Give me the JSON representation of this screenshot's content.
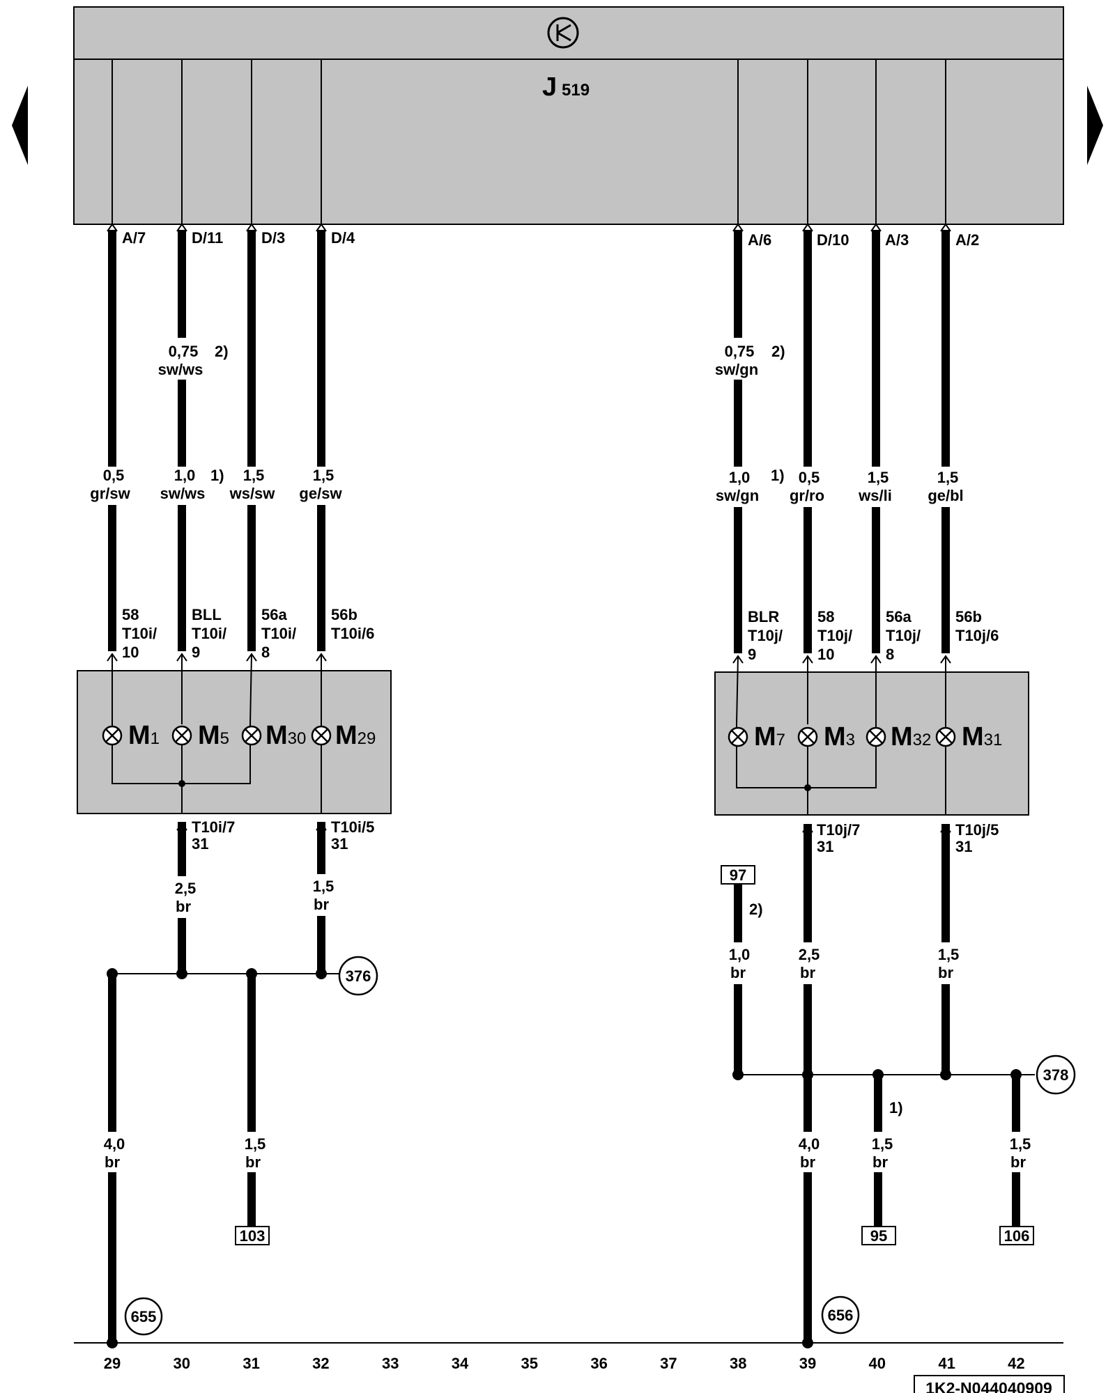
{
  "control_unit": {
    "name": "J",
    "number": "519"
  },
  "nav": {
    "prev_icon": "triangle-left-icon",
    "next_icon": "triangle-right-icon",
    "header_icon": "ground-symbol-icon"
  },
  "doc_id": "1K2-N044040909",
  "pins_top": {
    "w1": "A/7",
    "w2": "D/11",
    "w3": "D/3",
    "w4": "D/4",
    "w5": "A/6",
    "w6": "D/10",
    "w7": "A/3",
    "w8": "A/2"
  },
  "wire_top": {
    "w2": {
      "size": "0,75",
      "color": "sw/ws",
      "note": "2)"
    },
    "w5": {
      "size": "0,75",
      "color": "sw/gn",
      "note": "2)"
    }
  },
  "wire_mid": {
    "w1": {
      "size": "0,5",
      "color": "gr/sw",
      "note": ""
    },
    "w2": {
      "size": "1,0",
      "color": "sw/ws",
      "note": "1)"
    },
    "w3": {
      "size": "1,5",
      "color": "ws/sw",
      "note": ""
    },
    "w4": {
      "size": "1,5",
      "color": "ge/sw",
      "note": ""
    },
    "w5": {
      "size": "1,0",
      "color": "sw/gn",
      "note": "1)"
    },
    "w6": {
      "size": "0,5",
      "color": "gr/ro",
      "note": ""
    },
    "w7": {
      "size": "1,5",
      "color": "ws/li",
      "note": ""
    },
    "w8": {
      "size": "1,5",
      "color": "ge/bl",
      "note": ""
    }
  },
  "conn_labels": {
    "w1": [
      "58",
      "T10i/",
      "10"
    ],
    "w2": [
      "BLL",
      "T10i/",
      "9"
    ],
    "w3": [
      "56a",
      "T10i/",
      "8"
    ],
    "w4": [
      "56b",
      "T10i/6"
    ],
    "w5": [
      "BLR",
      "T10j/",
      "9"
    ],
    "w6": [
      "58",
      "T10j/",
      "10"
    ],
    "w7": [
      "56a",
      "T10j/",
      "8"
    ],
    "w8": [
      "56b",
      "T10j/6"
    ]
  },
  "lamps": {
    "left": [
      {
        "letter": "M",
        "number": "1"
      },
      {
        "letter": "M",
        "number": "5"
      },
      {
        "letter": "M",
        "number": "30"
      },
      {
        "letter": "M",
        "number": "29"
      }
    ],
    "right": [
      {
        "letter": "M",
        "number": "7"
      },
      {
        "letter": "M",
        "number": "3"
      },
      {
        "letter": "M",
        "number": "32"
      },
      {
        "letter": "M",
        "number": "31"
      }
    ]
  },
  "ground_conn": {
    "l1": [
      "T10i/7",
      "31"
    ],
    "l2": [
      "T10i/5",
      "31"
    ],
    "r1": [
      "T10j/7",
      "31"
    ],
    "r2": [
      "T10j/5",
      "31"
    ]
  },
  "ground_wires": {
    "g1": {
      "size": "2,5",
      "color": "br"
    },
    "g2": {
      "size": "1,5",
      "color": "br"
    },
    "g3": {
      "size": "1,0",
      "color": "br",
      "note": "2)"
    },
    "g4": {
      "size": "2,5",
      "color": "br"
    },
    "g5": {
      "size": "1,5",
      "color": "br"
    },
    "b1": {
      "size": "4,0",
      "color": "br"
    },
    "b2": {
      "size": "1,5",
      "color": "br"
    },
    "b3": {
      "size": "4,0",
      "color": "br"
    },
    "b4": {
      "size": "1,5",
      "color": "br",
      "note": "1)"
    },
    "b5": {
      "size": "1,5",
      "color": "br"
    }
  },
  "ground_points": {
    "p376": "376",
    "p378": "378",
    "p655": "655",
    "p656": "656"
  },
  "ref_boxes": {
    "r97": "97",
    "r103": "103",
    "r95": "95",
    "r106": "106"
  },
  "columns": [
    "29",
    "30",
    "31",
    "32",
    "33",
    "34",
    "35",
    "36",
    "37",
    "38",
    "39",
    "40",
    "41",
    "42"
  ]
}
